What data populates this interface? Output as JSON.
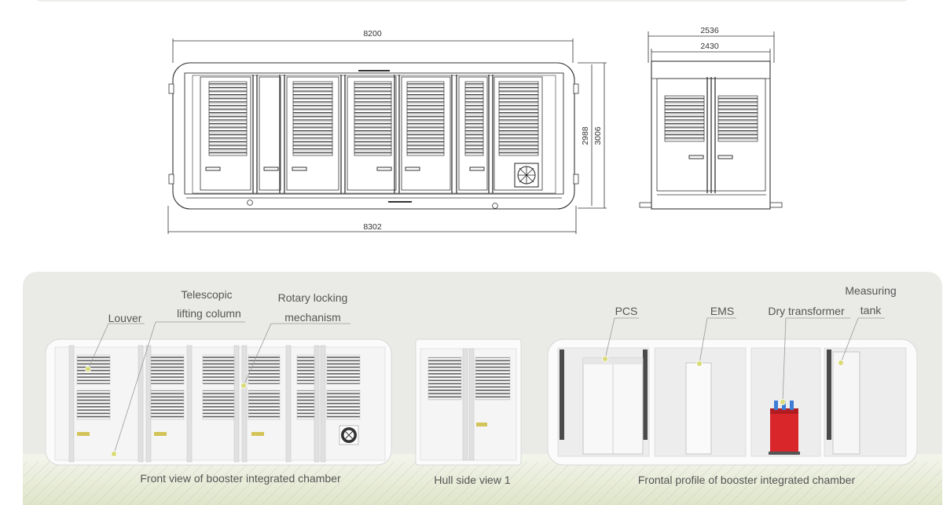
{
  "technical_drawing": {
    "front_view": {
      "overall_width_top": "8200",
      "overall_width_bottom": "8302",
      "inner_height": "2988",
      "overall_height": "3006"
    },
    "side_view": {
      "outer_width": "2536",
      "inner_width": "2430"
    }
  },
  "rendered_views": {
    "callouts": {
      "louver": "Louver",
      "telescopic_line1": "Telescopic",
      "telescopic_line2": "lifting column",
      "rotary_line1": "Rotary locking",
      "rotary_line2": "mechanism",
      "pcs": "PCS",
      "ems": "EMS",
      "dry_transformer": "Dry transformer",
      "measuring_line1": "Measuring",
      "measuring_line2": "tank"
    },
    "captions": {
      "front": "Front view of booster integrated chamber",
      "side": "Hull side view 1",
      "profile": "Frontal profile of booster integrated chamber"
    }
  },
  "colors": {
    "panel_bg": "#eaebe7",
    "ground": "#e2e8cf",
    "callout_dot": "#d9dc7a",
    "transformer": "#d9262b",
    "drawing_line": "#333333"
  }
}
